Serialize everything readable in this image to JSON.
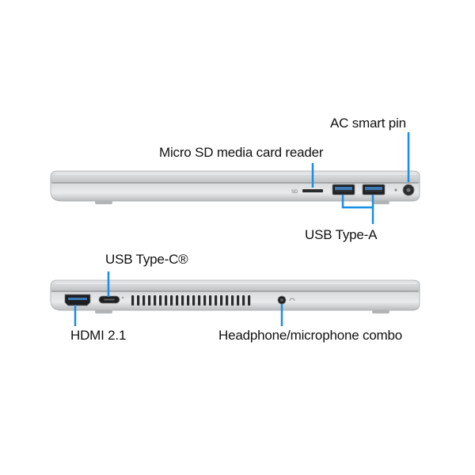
{
  "accent_color": "#1a8ee0",
  "laptop_color": "#c9cbcd",
  "right_side_view": {
    "ports": [
      {
        "icon": "micro-sd-slot-icon",
        "label": "Micro SD media card reader"
      },
      {
        "icon": "usb-a-port-icon",
        "label": "USB Type-A"
      },
      {
        "icon": "power-jack-icon",
        "label": "AC smart pin"
      }
    ]
  },
  "left_side_view": {
    "ports": [
      {
        "icon": "hdmi-port-icon",
        "label": "HDMI 2.1"
      },
      {
        "icon": "usb-c-port-icon",
        "label": "USB Type-C®"
      },
      {
        "icon": "vent-grille-icon",
        "label": ""
      },
      {
        "icon": "headphone-jack-icon",
        "label": "Headphone/microphone combo"
      }
    ]
  }
}
